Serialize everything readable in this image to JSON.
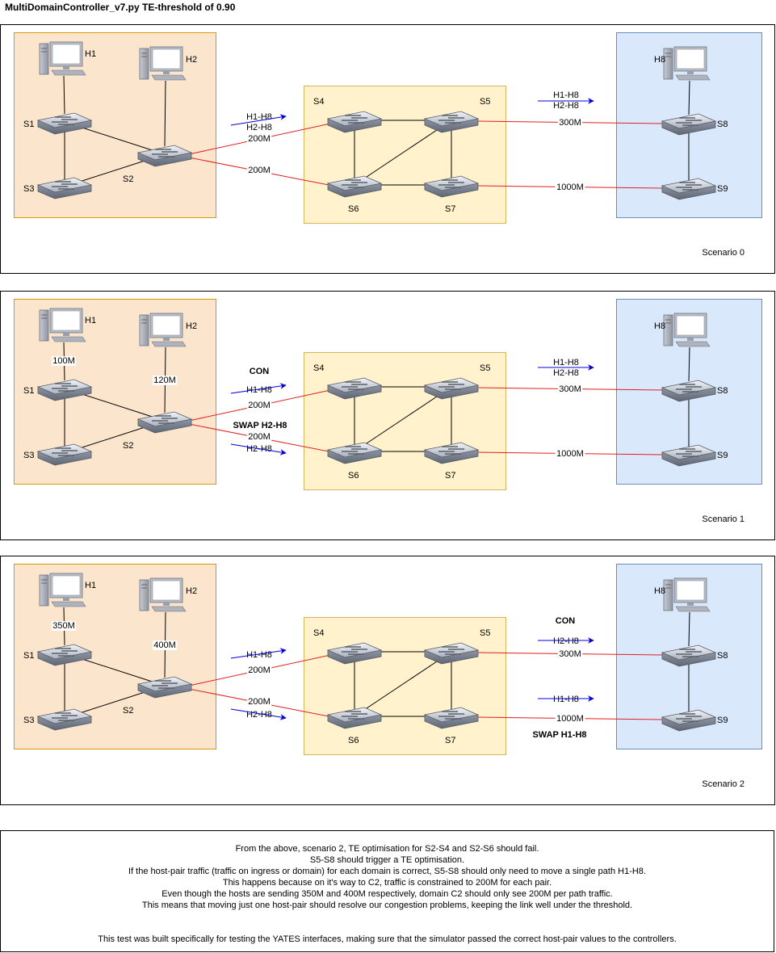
{
  "title": "MultiDomainController_v7.py TE-threshold of 0.90",
  "colors": {
    "domain_left_fill": "#fce5cd",
    "domain_left_stroke": "#d79b00",
    "domain_mid_fill": "#fff2cc",
    "domain_mid_stroke": "#d6b656",
    "domain_right_fill": "#dae8fc",
    "domain_right_stroke": "#6c8ebf",
    "link_black": "#000000",
    "link_red": "#e02020",
    "arrow_blue": "#0000dd"
  },
  "scenarios": [
    {
      "name": "Scenario 0",
      "switches": [
        "S1",
        "S2",
        "S3",
        "S4",
        "S5",
        "S6",
        "S7",
        "S8",
        "S9"
      ],
      "hosts": [
        "H1",
        "H2",
        "H8"
      ],
      "host_link_labels": {
        "h1": "",
        "h2": ""
      },
      "s2_s4_label": "200M",
      "s2_s6_label": "200M",
      "s5_s8_label": "300M",
      "s7_s9_label": "1000M",
      "flow_top_left": [
        "H1-H8",
        "H2-H8"
      ],
      "flow_bottom_left": [],
      "flow_top_right": [
        "H1-H8",
        "H2-H8"
      ],
      "flow_bottom_right": [],
      "annotations": []
    },
    {
      "name": "Scenario 1",
      "switches": [
        "S1",
        "S2",
        "S3",
        "S4",
        "S5",
        "S6",
        "S7",
        "S8",
        "S9"
      ],
      "hosts": [
        "H1",
        "H2",
        "H8"
      ],
      "host_link_labels": {
        "h1": "100M",
        "h2": "120M"
      },
      "s2_s4_label": "200M",
      "s2_s6_label": "200M",
      "s5_s8_label": "300M",
      "s7_s9_label": "1000M",
      "flow_top_left": [
        "H1-H8"
      ],
      "flow_bottom_left": [
        "H2-H8"
      ],
      "flow_top_right": [
        "H1-H8",
        "H2-H8"
      ],
      "flow_bottom_right": [],
      "annotations": [
        "CON",
        "SWAP H2-H8"
      ]
    },
    {
      "name": "Scenario 2",
      "switches": [
        "S1",
        "S2",
        "S3",
        "S4",
        "S5",
        "S6",
        "S7",
        "S8",
        "S9"
      ],
      "hosts": [
        "H1",
        "H2",
        "H8"
      ],
      "host_link_labels": {
        "h1": "350M",
        "h2": "400M"
      },
      "s2_s4_label": "200M",
      "s2_s6_label": "200M",
      "s5_s8_label": "300M",
      "s7_s9_label": "1000M",
      "flow_top_left": [
        "H1-H8"
      ],
      "flow_bottom_left": [
        "H2-H8"
      ],
      "flow_top_right": [
        "H2-H8"
      ],
      "flow_bottom_right": [
        "H1-H8"
      ],
      "annotations": [
        "CON",
        "SWAP H1-H8"
      ]
    }
  ],
  "notes": [
    "From the above, scenario 2, TE optimisation for S2-S4 and S2-S6 should fail.",
    "S5-S8 should trigger a TE optimisation.",
    "If the host-pair traffic (traffic on ingress or domain) for each domain is correct, S5-S8 should only need to move a single path H1-H8.",
    "This happens because on it's way to C2, traffic is constrained to 200M for each pair.",
    "Even though the hosts are sending 350M and 400M respectively, domain C2 should only see 200M per path traffic.",
    "This means that moving just one host-pair should resolve our congestion problems, keeping the link well under the threshold.",
    "This test was built specifically for testing the YATES interfaces, making sure that the simulator passed the correct host-pair values to the controllers."
  ]
}
